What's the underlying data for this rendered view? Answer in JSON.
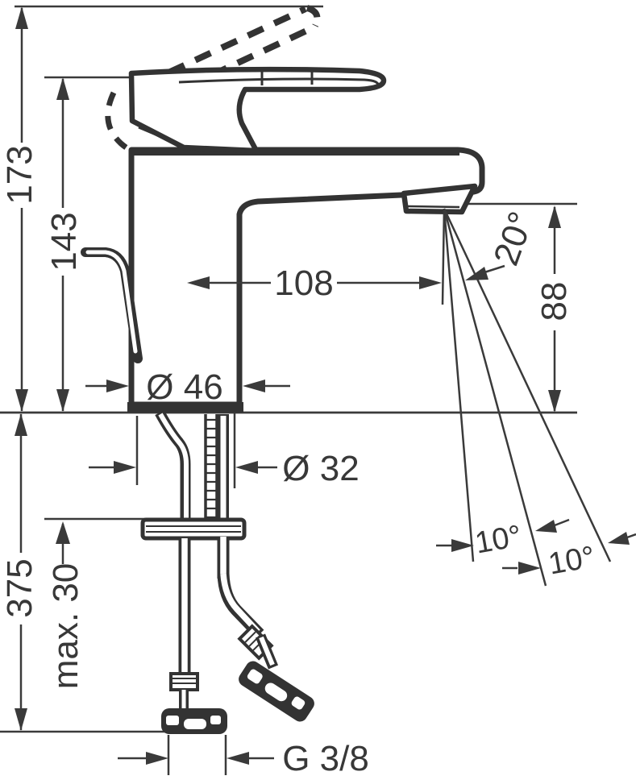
{
  "drawing": {
    "subject": "single-lever basin mixer faucet, side elevation with installation dimensions",
    "colors": {
      "line": "#383838",
      "background": "#ffffff"
    },
    "labels": {
      "overall_height": "173",
      "handle_height": "143",
      "spout_reach": "108",
      "outlet_height": "88",
      "outlet_angle": "20°",
      "body_diameter": "Ø 46",
      "shank_diameter": "Ø 32",
      "hose_length": "375",
      "max_mounting_thickness": "max. 30",
      "swivel_angle_left": "10°",
      "swivel_angle_right": "10°",
      "connection_thread": "G 3/8"
    }
  }
}
